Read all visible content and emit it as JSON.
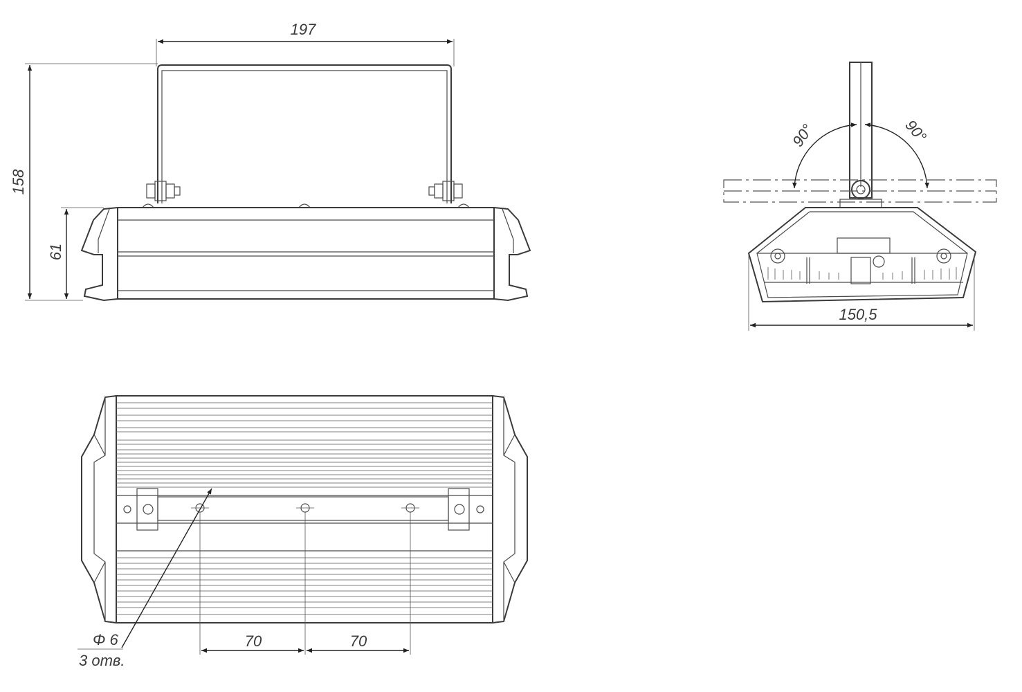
{
  "dimensions": {
    "width": "197",
    "height_total": "158",
    "height_body": "61",
    "end_width": "150,5",
    "angle_left": "90°",
    "angle_right": "90°",
    "spacing_left": "70",
    "spacing_right": "70",
    "hole_diameter": "Φ 6",
    "hole_count": "3 отв."
  }
}
